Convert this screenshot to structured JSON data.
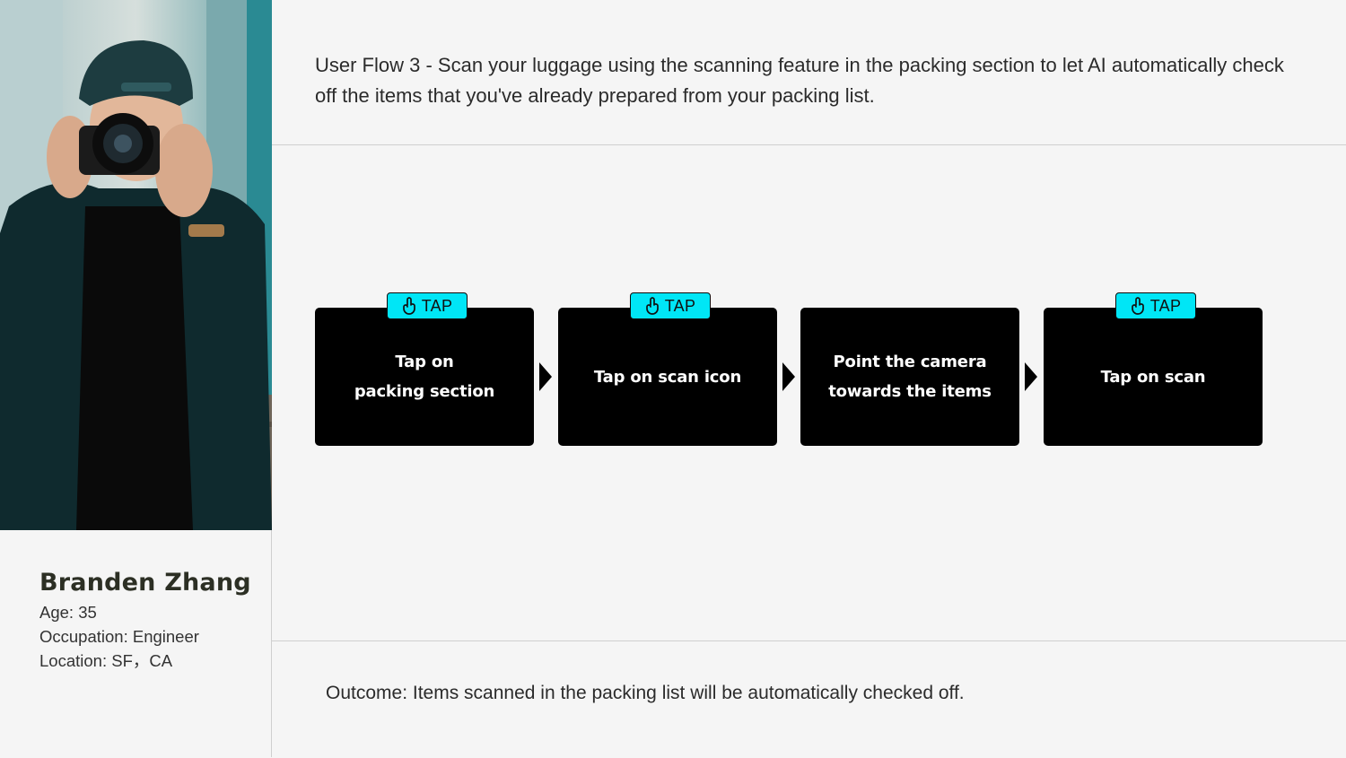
{
  "persona": {
    "name": "Branden Zhang",
    "age": "Age: 35",
    "occupation": "Occupation: Engineer",
    "location": "Location: SF，CA",
    "photo_icon": "photographer-photo"
  },
  "flow": {
    "description": "User Flow 3 - Scan your luggage using the scanning feature in the packing section to let AI automatically check off the items that you've already prepared from your packing list.",
    "steps": [
      {
        "label": "Tap on\npacking section",
        "badge": "TAP"
      },
      {
        "label": "Tap on scan icon",
        "badge": "TAP"
      },
      {
        "label": "Point the camera\ntowards the items",
        "badge": ""
      },
      {
        "label": "Tap on scan",
        "badge": "TAP"
      }
    ],
    "badge_color": "#00e6f6",
    "badge_icon": "tap-hand-icon",
    "arrow_icon": "triangle-right-icon"
  },
  "outcome": "Outcome: Items scanned in the packing list will be automatically checked off."
}
